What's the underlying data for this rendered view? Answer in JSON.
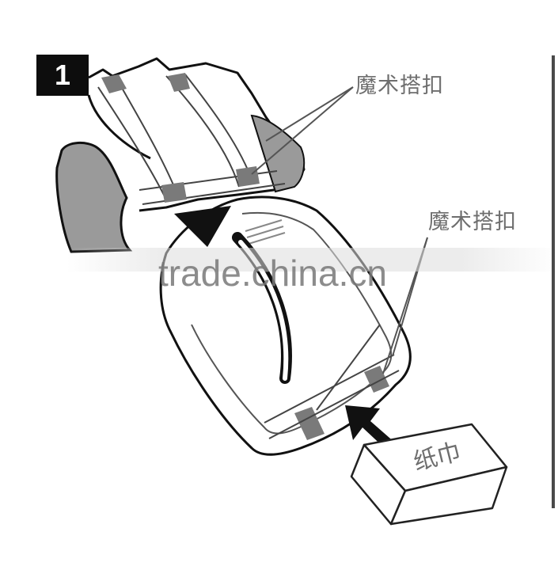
{
  "diagram": {
    "step_number": "1",
    "callouts": [
      {
        "label": "魔术搭扣"
      },
      {
        "label": "魔术搭扣"
      }
    ],
    "tissue_box_label": "纸巾",
    "watermark": "trade.china.cn",
    "colors": {
      "line": "#111111",
      "strap_patch": "#7a7a7a",
      "side_pad": "#9a9a9a",
      "label_text": "#6e6e6e",
      "badge_bg": "#0d0d0d",
      "badge_text": "#ffffff"
    }
  }
}
